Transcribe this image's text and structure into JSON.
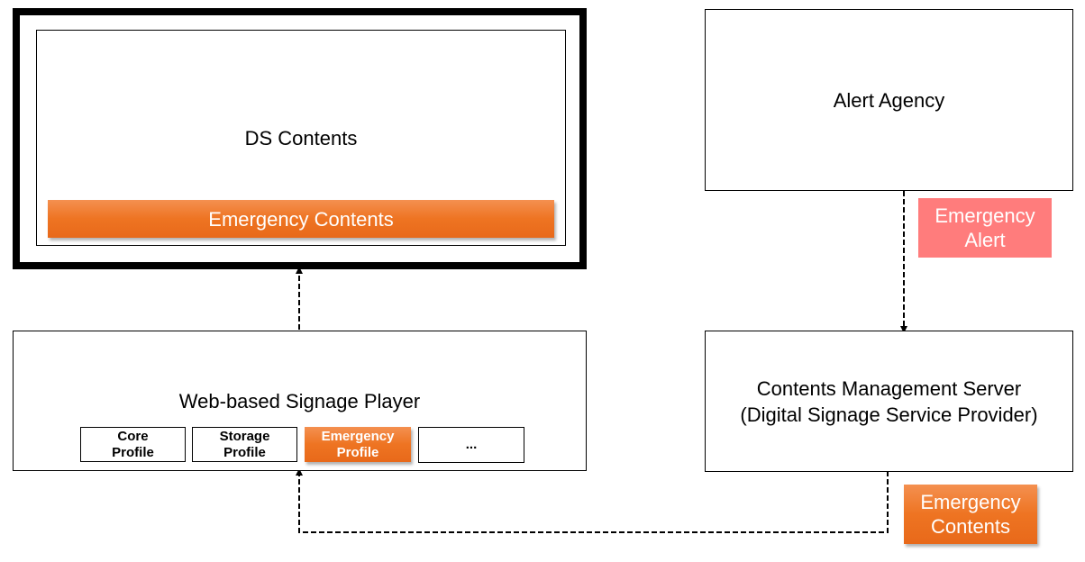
{
  "display": {
    "title": "DS Contents",
    "emergency_bar": "Emergency Contents"
  },
  "player": {
    "title": "Web-based Signage Player",
    "profiles": [
      {
        "line1": "Core",
        "line2": "Profile"
      },
      {
        "line1": "Storage",
        "line2": "Profile"
      },
      {
        "line1": "Emergency",
        "line2": "Profile"
      },
      {
        "line1": "...",
        "line2": ""
      }
    ]
  },
  "alert_agency": {
    "title": "Alert Agency"
  },
  "emergency_alert": {
    "line1": "Emergency",
    "line2": "Alert"
  },
  "cms": {
    "line1": "Contents Management Server",
    "line2": "(Digital Signage Service Provider)"
  },
  "emergency_contents_tag": {
    "line1": "Emergency",
    "line2": "Contents"
  },
  "colors": {
    "orange": "#ee7422",
    "alert_red": "#ff7c7c"
  }
}
